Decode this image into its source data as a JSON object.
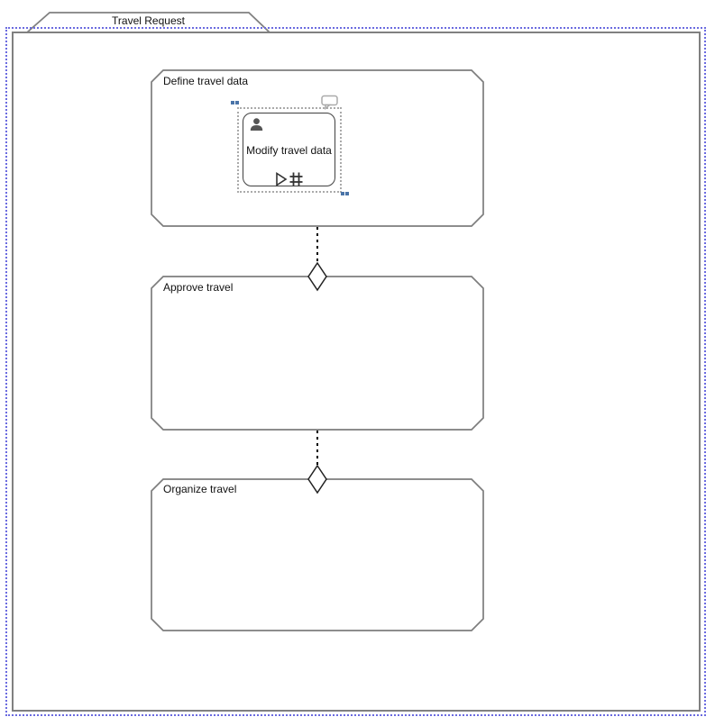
{
  "case_plan": {
    "title": "Travel Request",
    "selected": true
  },
  "stages": [
    {
      "label": "Define travel data",
      "tasks": [
        {
          "label": "Modify travel data",
          "type_icon": "user-icon",
          "markers": [
            "manual-activation-play-marker",
            "repetition-hash-marker"
          ],
          "badge": "comment-bubble-icon",
          "selected": true
        }
      ]
    },
    {
      "label": "Approve travel",
      "entry_criterion": "diamond"
    },
    {
      "label": "Organize travel",
      "entry_criterion": "diamond"
    }
  ],
  "connectors": [
    {
      "from": "Define travel data",
      "to": "Approve travel",
      "style": "dashed"
    },
    {
      "from": "Approve travel",
      "to": "Organize travel",
      "style": "dashed"
    }
  ],
  "colors": {
    "selection_outline_blue": "#6b6be0",
    "case_border_gray": "#808080",
    "stage_border_gray": "#7d7d7d",
    "task_border": "#404040",
    "task_selection_dots": "#aaaaaa",
    "handle_blue": "#4a74a8",
    "connector_black": "#000000",
    "icon_gray": "#555555",
    "badge_gray": "#aaaaaa"
  }
}
